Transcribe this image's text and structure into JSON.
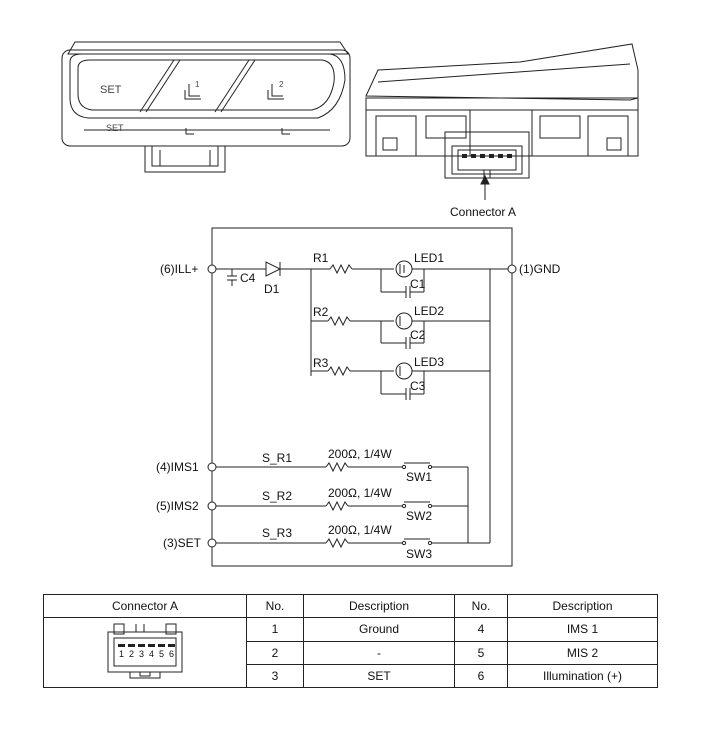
{
  "figure": {
    "connector_callout": "Connector A",
    "switch_face_labels": [
      "SET",
      "1",
      "2"
    ],
    "switch_face_labels_lower": [
      "SET"
    ]
  },
  "circuit": {
    "pins": {
      "ill": "(6)ILL+",
      "gnd": "(1)GND",
      "ims1": "(4)IMS1",
      "ims2": "(5)IMS2",
      "set": "(3)SET"
    },
    "components": {
      "c4": "C4",
      "d1": "D1",
      "r1": "R1",
      "r2": "R2",
      "r3": "R3",
      "led1": "LED1",
      "led2": "LED2",
      "led3": "LED3",
      "c1": "C1",
      "c2": "C2",
      "c3": "C3",
      "sr1": "S_R1",
      "sr2": "S_R2",
      "sr3": "S_R3",
      "sw1": "SW1",
      "sw2": "SW2",
      "sw3": "SW3",
      "resistor_value": "200Ω, 1/4W"
    }
  },
  "table": {
    "headers": [
      "Connector A",
      "No.",
      "Description",
      "No.",
      "Description"
    ],
    "pin_numbers": [
      "1",
      "2",
      "3",
      "4",
      "5",
      "6"
    ],
    "rows": [
      {
        "no1": "1",
        "desc1": "Ground",
        "no2": "4",
        "desc2": "IMS 1"
      },
      {
        "no1": "2",
        "desc1": "-",
        "no2": "5",
        "desc2": "MIS 2"
      },
      {
        "no1": "3",
        "desc1": "SET",
        "no2": "6",
        "desc2": "Illumination (+)"
      }
    ]
  }
}
